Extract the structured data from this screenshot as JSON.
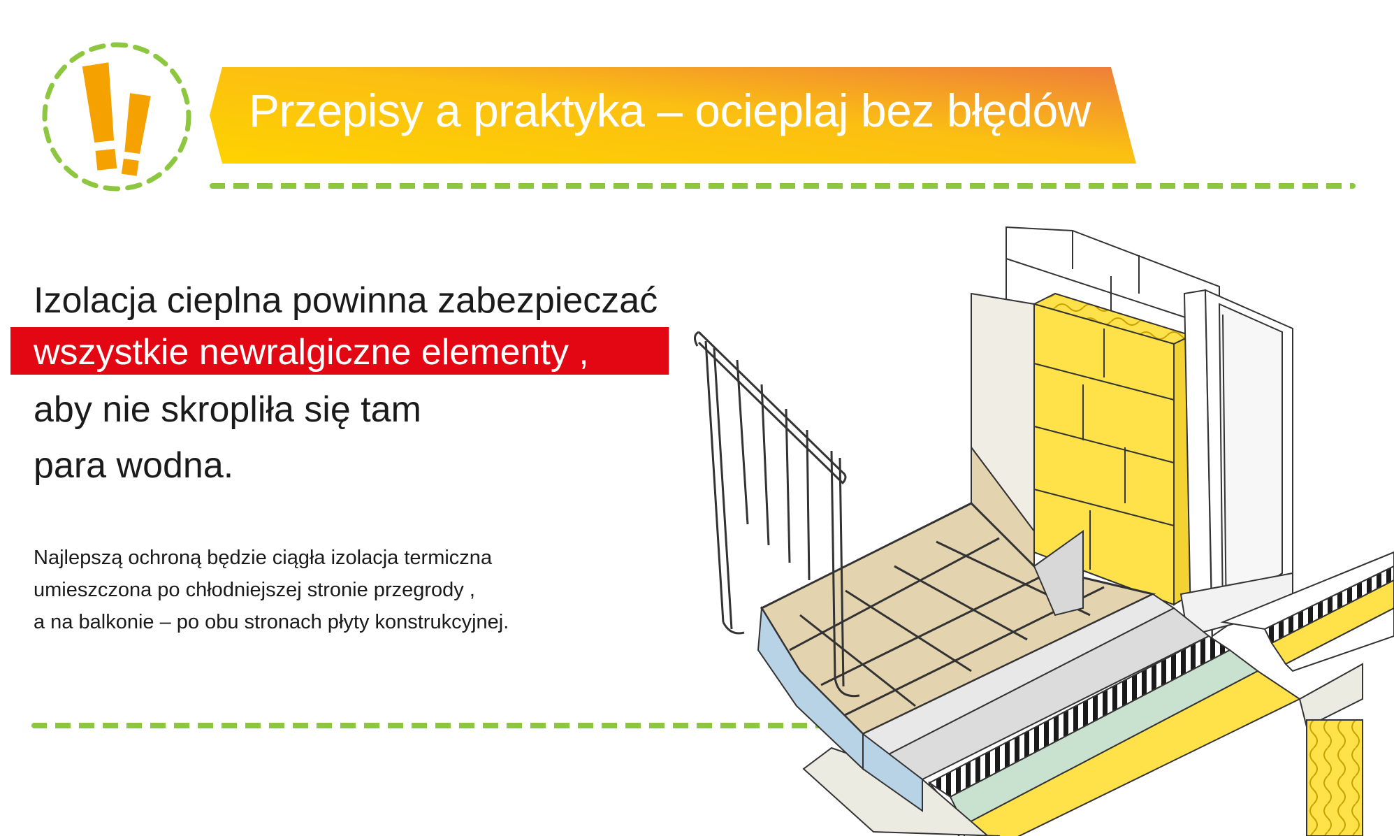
{
  "header": {
    "title": "Przepisy a praktyka – ocieplaj bez błędów",
    "icon": "double-exclamation-icon",
    "banner_colors": [
      "#ffd200",
      "#f7941d",
      "#ee7d3b"
    ]
  },
  "headline": {
    "line1": "Izolacja cieplna powinna zabezpieczać",
    "line2_highlight": "wszystkie newralgiczne elementy  ,",
    "line3": "aby nie skropliła się tam",
    "line4": "para wodna."
  },
  "body": {
    "line1": "Najlepszą ochroną będzie ciągła izolacja termiczna",
    "line2": "umieszczona po  chłodniejszej stronie przegrody ,",
    "line3": "a na balkonie – po obu stronach płyty konstrukcyjnej."
  },
  "colors": {
    "accent_green": "#8dc63f",
    "highlight_red": "#e30613",
    "insulation_yellow": "#ffe24a",
    "tile_beige": "#e3d3ae"
  },
  "illustration": {
    "icon": "balcony-insulation-cross-section-icon"
  }
}
